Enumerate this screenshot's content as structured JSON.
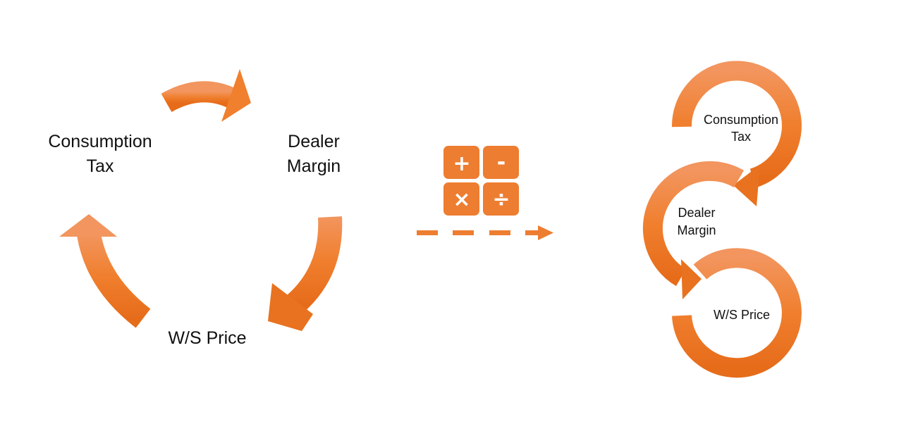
{
  "colors": {
    "accent": "#ED7D31",
    "accent_light": "#F2955E",
    "accent_dark": "#E66C1A"
  },
  "left_cycle": {
    "nodes": [
      {
        "line1": "Consumption",
        "line2": "Tax"
      },
      {
        "line1": "Dealer",
        "line2": "Margin"
      },
      {
        "line1": "W/S Price"
      }
    ]
  },
  "calculator": {
    "ops": [
      "+",
      "-",
      "×",
      "÷"
    ],
    "icon": "calculator-icon"
  },
  "right_chain": {
    "nodes": [
      {
        "line1": "Consumption",
        "line2": "Tax"
      },
      {
        "line1": "Dealer",
        "line2": "Margin"
      },
      {
        "line1": "W/S Price"
      }
    ]
  }
}
